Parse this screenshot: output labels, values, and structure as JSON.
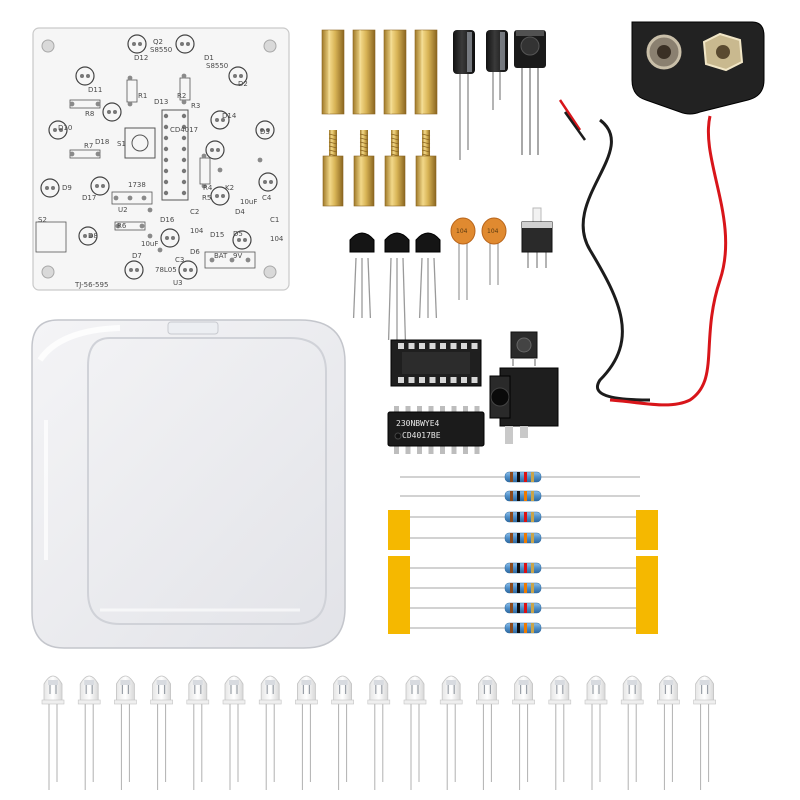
{
  "pcb": {
    "labels": [
      "Q2",
      "S8550",
      "D12",
      "D11",
      "D1",
      "S8550",
      "R1",
      "R2",
      "D13",
      "R3",
      "D2",
      "R8",
      "D10",
      "D18",
      "R7",
      "S1",
      "CD4017",
      "D14",
      "D3",
      "D9",
      "D17",
      "1738",
      "U2",
      "R4",
      "R5",
      "K2",
      "D4",
      "10uF",
      "C4",
      "R6",
      "D16",
      "C2",
      "104",
      "D15",
      "C1",
      "104",
      "S2",
      "D8",
      "10uF",
      "C3",
      "D6",
      "D5",
      "D7",
      "78L05",
      "U3",
      "BAT",
      "9V"
    ],
    "footer": "TJ-56-595"
  },
  "ic": {
    "text": "230NBWYE4",
    "model": "CD4017BE"
  },
  "caps": [
    "104",
    "104"
  ],
  "colors": {
    "board": "#f6f6f6",
    "brass": "#d8b456",
    "tape": "#f5b800",
    "resistor_body": "#4f8fc9",
    "wire_red": "#d8151a",
    "wire_black": "#1c1c1c",
    "ceramic_cap": "#e08a30"
  },
  "icons": [
    "pcb-board",
    "plastic-box",
    "brass-standoff",
    "electrolytic-capacitor",
    "ir-receiver",
    "battery-clip",
    "transistor",
    "ceramic-capacitor",
    "slide-switch",
    "tact-switch",
    "ic-socket",
    "dc-jack",
    "dip-ic",
    "resistor",
    "led"
  ]
}
